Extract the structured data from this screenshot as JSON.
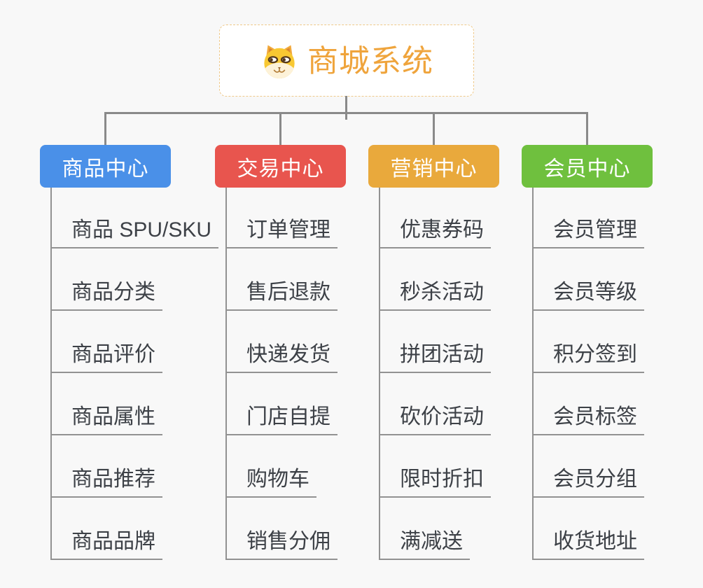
{
  "page": {
    "background_color": "#f8f8f8",
    "connector_color": "#8a8a8a",
    "item_line_color": "#929292",
    "item_text_color": "#3d4147"
  },
  "root": {
    "name": "mall-system",
    "title": "商城系统",
    "icon": "doge-icon",
    "title_color": "#efa43c",
    "border_color": "#efc98a",
    "background_color": "#ffffff"
  },
  "branches": [
    {
      "name": "product-center",
      "label": "商品中心",
      "color": "#4a90e8",
      "items": [
        "商品 SPU/SKU",
        "商品分类",
        "商品评价",
        "商品属性",
        "商品推荐",
        "商品品牌"
      ]
    },
    {
      "name": "trade-center",
      "label": "交易中心",
      "color": "#e8554e",
      "items": [
        "订单管理",
        "售后退款",
        "快递发货",
        "门店自提",
        "购物车",
        "销售分佣"
      ]
    },
    {
      "name": "marketing-center",
      "label": "营销中心",
      "color": "#e9a93c",
      "items": [
        "优惠券码",
        "秒杀活动",
        "拼团活动",
        "砍价活动",
        "限时折扣",
        "满减送"
      ]
    },
    {
      "name": "member-center",
      "label": "会员中心",
      "color": "#6fc03e",
      "items": [
        "会员管理",
        "会员等级",
        "积分签到",
        "会员标签",
        "会员分组",
        "收货地址"
      ]
    }
  ]
}
